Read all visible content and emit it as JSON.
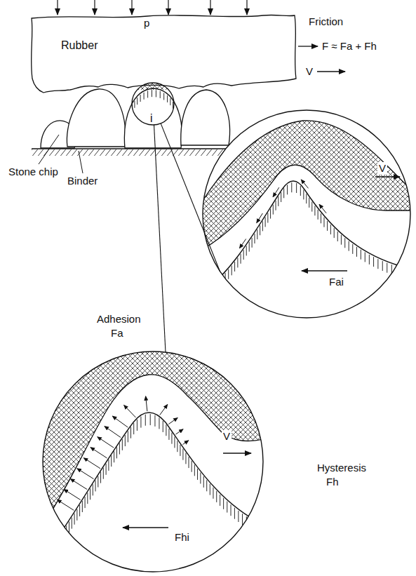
{
  "diagram": {
    "nodes": [
      {
        "text": [
          "Rubber"
        ]
      },
      {
        "text": [
          "i"
        ]
      },
      {
        "text": [
          "V",
          "Fai"
        ]
      },
      {
        "text": [
          "V",
          "Fhi"
        ]
      }
    ],
    "edges": [
      {
        "from": 1,
        "to": 2,
        "arrow": "none"
      },
      {
        "from": 1,
        "to": 3,
        "arrow": "none"
      }
    ],
    "labels": [
      "p",
      "Friction",
      "F ≈ Fa + Fh",
      "V",
      "Stone chip",
      "Binder",
      "Adhesion",
      "Fa",
      "Hysteresis",
      "Fh"
    ]
  }
}
